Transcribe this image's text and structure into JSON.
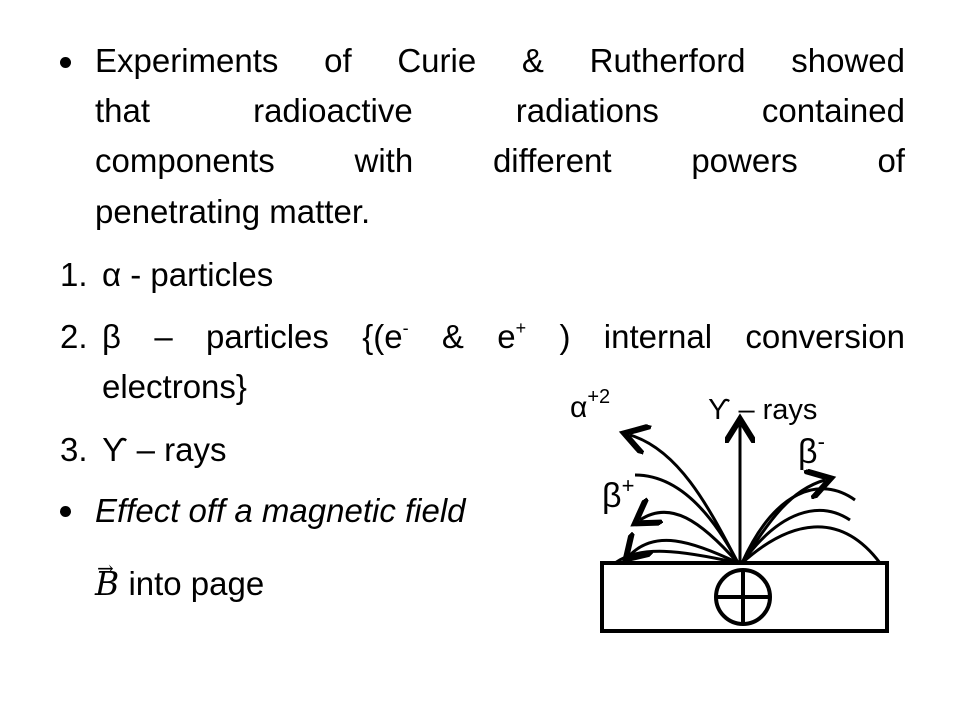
{
  "bullet1": {
    "lines": [
      [
        "Experiments",
        "of",
        "Curie",
        "&",
        "Rutherford",
        "showed"
      ],
      [
        "that",
        "radioactive",
        "radiations",
        "contained"
      ],
      [
        "components",
        "with",
        "different",
        "powers",
        "of"
      ]
    ],
    "last_line": "penetrating matter."
  },
  "list": [
    {
      "number": "1.",
      "text": "α - particles"
    },
    {
      "number": "2.",
      "text_parts": {
        "beta": "β",
        "dash": "–",
        "particles": "particles",
        "open": "{(e",
        "minus": "-",
        "amp": "&",
        "e": "e",
        "plus": "+",
        "close": ")",
        "internal": "internal",
        "conversion": "conversion"
      },
      "line2": "electrons}"
    },
    {
      "number": "3.",
      "text": "ϒ – rays"
    }
  ],
  "bullet2": {
    "text": "Effect off a magnetic field",
    "b_symbol": "B",
    "b_arrow": "→",
    "b_text": "into page"
  },
  "diagram": {
    "alpha": "α",
    "alpha_charge": "+2",
    "gamma": "ϒ – rays",
    "beta_minus": "β",
    "beta_minus_sup": "-",
    "beta_plus": "β",
    "beta_plus_sup": "+"
  }
}
